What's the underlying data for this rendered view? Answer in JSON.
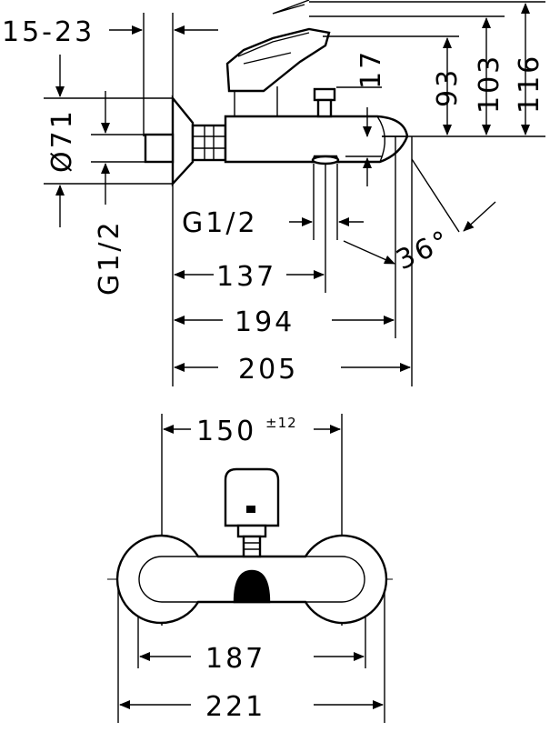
{
  "side_view": {
    "wall_offset": "15-23",
    "flange_diameter": "Ø71",
    "inlet_thread": "G1/2",
    "outlet_thread": "G1/2",
    "outlet_height": "17",
    "height_93": "93",
    "height_103": "103",
    "height_116": "116",
    "angle": "36°",
    "length_137": "137",
    "length_194": "194",
    "length_205": "205"
  },
  "front_view": {
    "center_distance": "150",
    "center_distance_tolerance": "±12",
    "width_187": "187",
    "width_221": "221"
  }
}
